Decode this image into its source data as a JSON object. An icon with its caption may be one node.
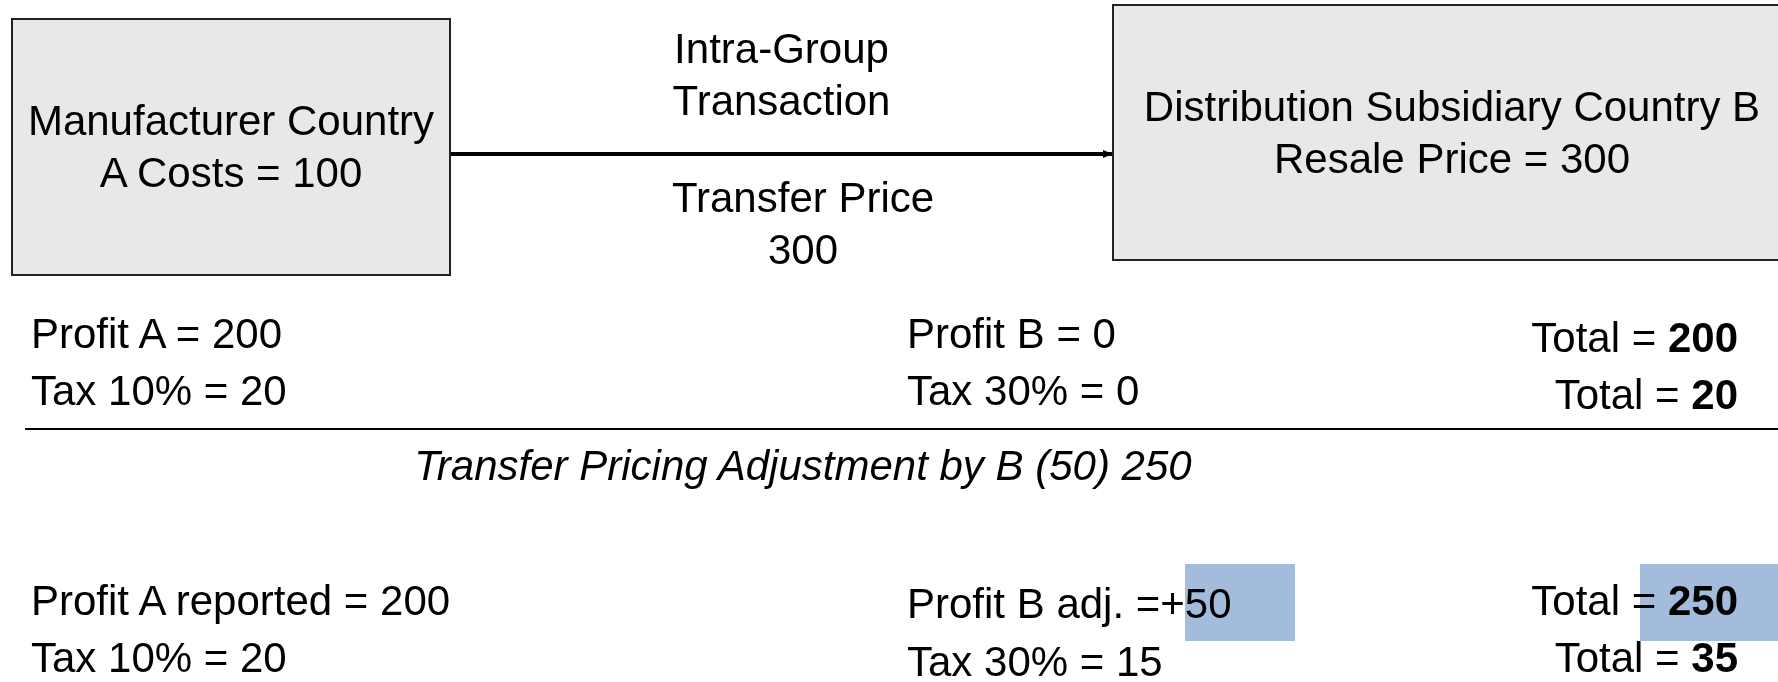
{
  "diagram": {
    "nodes": [
      {
        "text": [
          "Manufacturer Country A Costs = 100"
        ]
      },
      {
        "text": [
          "Distribution Subsidiary Country B Resale Price = 300"
        ]
      }
    ],
    "edges": [
      {
        "from": 0,
        "to": 1,
        "arrow": "to",
        "label": "Intra-Group Transaction"
      }
    ],
    "labels": [
      "Transfer Price 300",
      "Profit A = 200",
      "Profit B = 0",
      "Total = **200**",
      "Tax 10% = 20",
      "Tax 30% = 0",
      "Total = **20**",
      "Transfer Pricing Adjustment by B (50) 250",
      "Profit A reported = 200",
      "Profit B adj. =+50",
      "Total = **250**",
      "Tax 10% = 20",
      "Tax 30% = 15",
      "Total = **35**"
    ]
  }
}
